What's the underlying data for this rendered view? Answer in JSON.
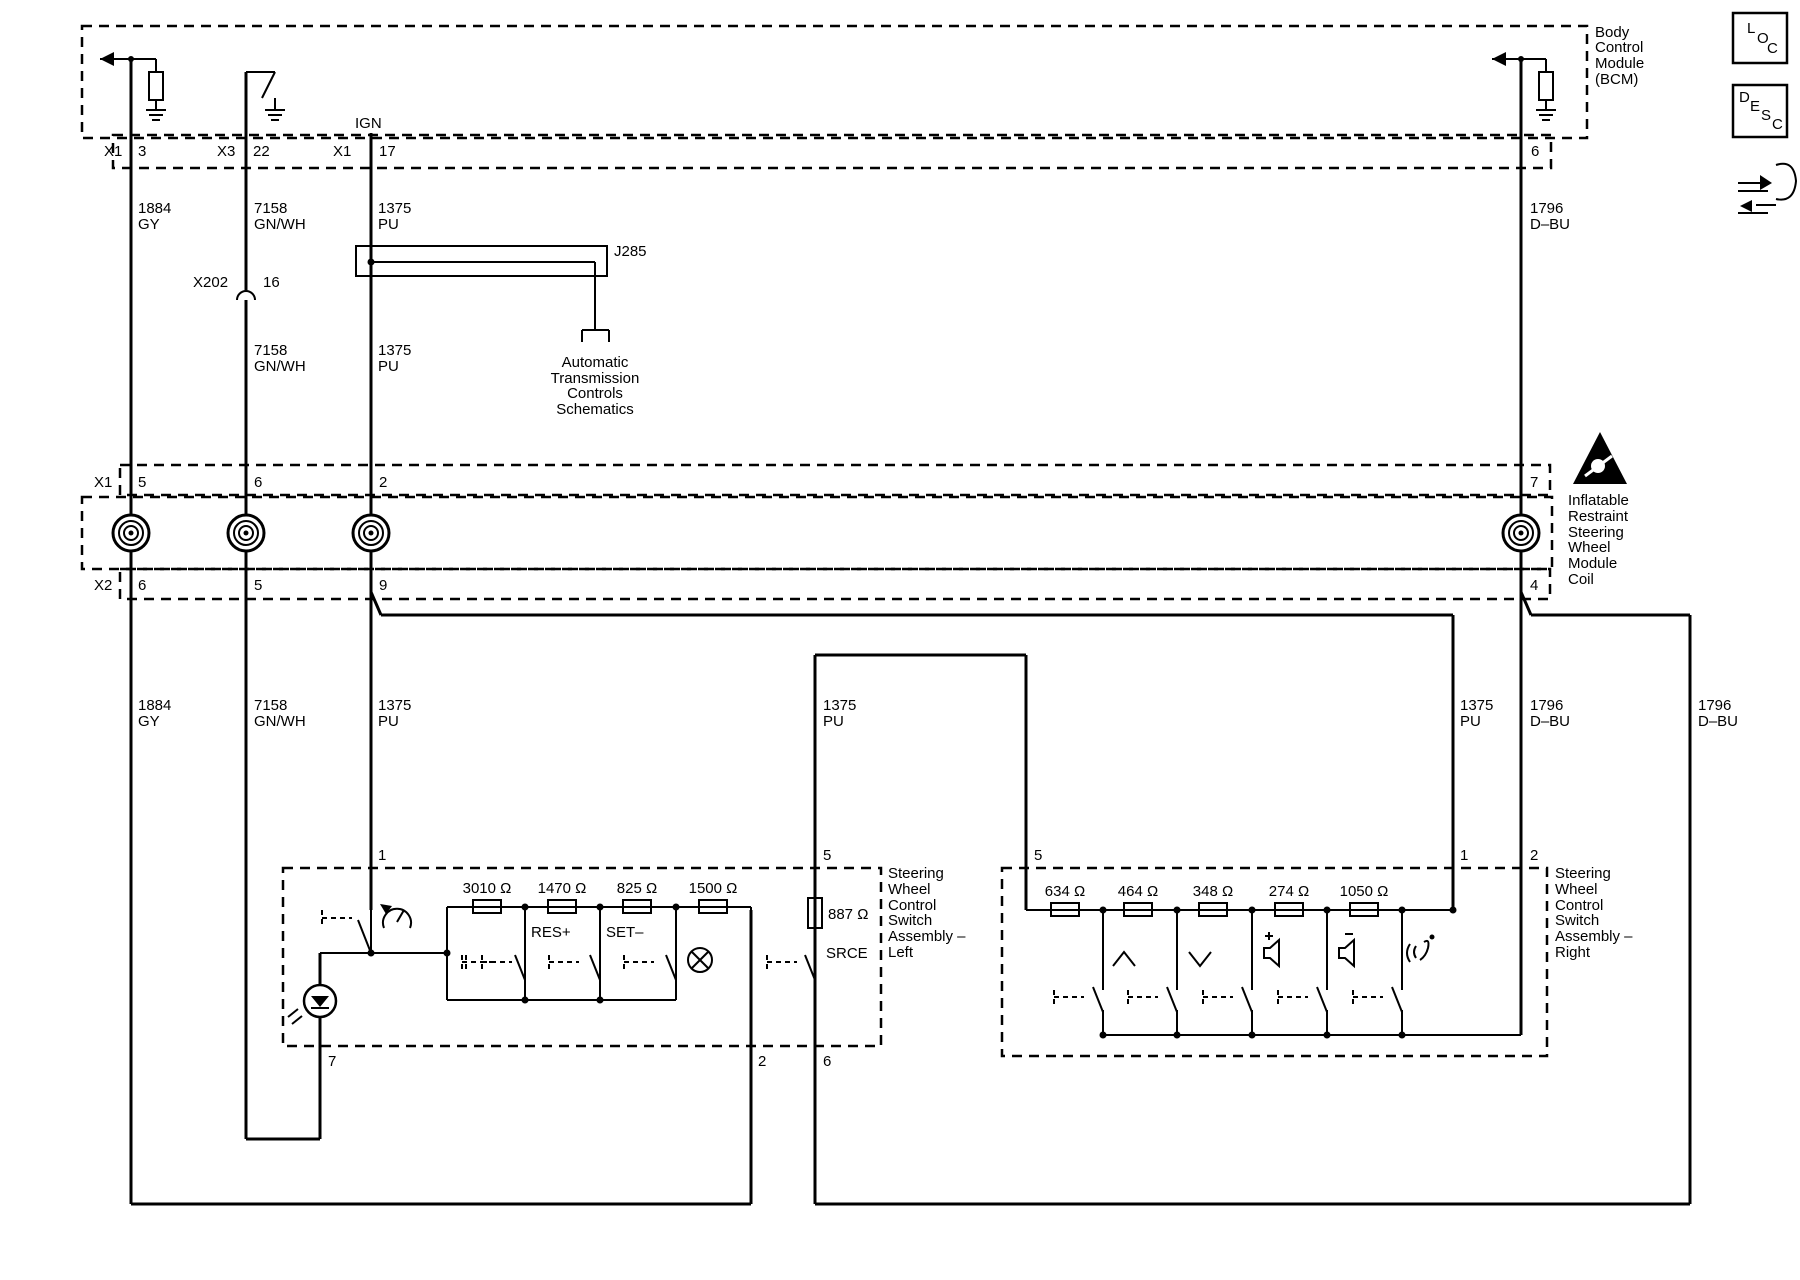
{
  "modules": {
    "bcm": [
      "Body",
      "Control",
      "Module",
      "(BCM)"
    ],
    "coil": [
      "Inflatable",
      "Restraint",
      "Steering",
      "Wheel",
      "Module",
      "Coil"
    ],
    "left": [
      "Steering",
      "Wheel",
      "Control",
      "Switch",
      "Assembly –",
      "Left"
    ],
    "right": [
      "Steering",
      "Wheel",
      "Control",
      "Switch",
      "Assembly –",
      "Right"
    ],
    "atc": [
      "Automatic",
      "Transmission",
      "Controls",
      "Schematics"
    ]
  },
  "labels": {
    "ign": "IGN",
    "x1": "X1",
    "x3": "X3",
    "x2": "X2",
    "x202": "X202",
    "j285": "J285",
    "bcm_pin_3": "3",
    "bcm_pin_22": "22",
    "bcm_pin_17": "17",
    "bcm_pin_6": "6",
    "x202_pin": "16",
    "coil_x1_5": "5",
    "coil_x1_6": "6",
    "coil_x1_2": "2",
    "coil_x1_7": "7",
    "coil_x2_6": "6",
    "coil_x2_5": "5",
    "coil_x2_9": "9",
    "coil_x2_4": "4",
    "left_pin_1": "1",
    "left_pin_5": "5",
    "left_pin_7": "7",
    "left_pin_2": "2",
    "left_pin_6": "6",
    "right_pin_5": "5",
    "right_pin_1": "1",
    "right_pin_2": "2"
  },
  "wires": {
    "w1884": [
      "1884",
      "GY"
    ],
    "w7158": [
      "7158",
      "GN/WH"
    ],
    "w1375": [
      "1375",
      "PU"
    ],
    "w1796": [
      "1796",
      "D–BU"
    ]
  },
  "resistors_left": [
    "3010 Ω",
    "1470 Ω",
    "825 Ω",
    "1500 Ω"
  ],
  "resistor_srce": "887 Ω",
  "switch_labels": {
    "res": "RES+",
    "set": "SET–",
    "srce": "SRCE"
  },
  "resistors_right": [
    "634 Ω",
    "464 Ω",
    "348 Ω",
    "274 Ω",
    "1050 Ω"
  ],
  "side_icons": {
    "loc": [
      "L",
      "O",
      "C"
    ],
    "desc": [
      "D",
      "E",
      "S",
      "C"
    ],
    "connector_icon": "connector-end-view-icon"
  }
}
